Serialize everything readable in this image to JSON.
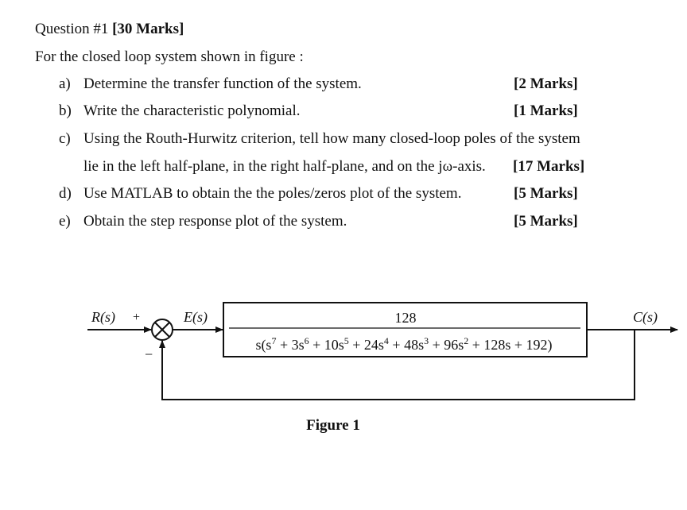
{
  "question": {
    "title": "Question #1",
    "marks": "[30 Marks]",
    "intro": "For the closed loop system shown in figure :"
  },
  "items": [
    {
      "letter": "a)",
      "text": "Determine the transfer function of the system.",
      "marks": "[2 Marks]"
    },
    {
      "letter": "b)",
      "text": "Write the characteristic polynomial.",
      "marks": "[1 Marks]"
    },
    {
      "letter": "c)",
      "text": "Using the Routh-Hurwitz criterion, tell how many closed-loop poles of the system",
      "text2": "lie in the left half-plane, in the right half-plane, and on the jω-axis.",
      "marks": "[17 Marks]"
    },
    {
      "letter": "d)",
      "text": "Use MATLAB to obtain the the poles/zeros plot of the system.",
      "marks": "[5 Marks]"
    },
    {
      "letter": "e)",
      "text": "Obtain the step response plot of the system.",
      "marks": "[5 Marks]"
    }
  ],
  "diagram": {
    "input_label": "R(s)",
    "plus_sign": "+",
    "minus_sign": "−",
    "error_label": "E(s)",
    "output_label": "C(s)",
    "numerator": "128",
    "denominator": "s(s^7 + 3s^6 + 10s^5 + 24s^4 + 48s^3 + 96s^2 + 128s + 192)",
    "figure_caption": "Figure 1"
  }
}
